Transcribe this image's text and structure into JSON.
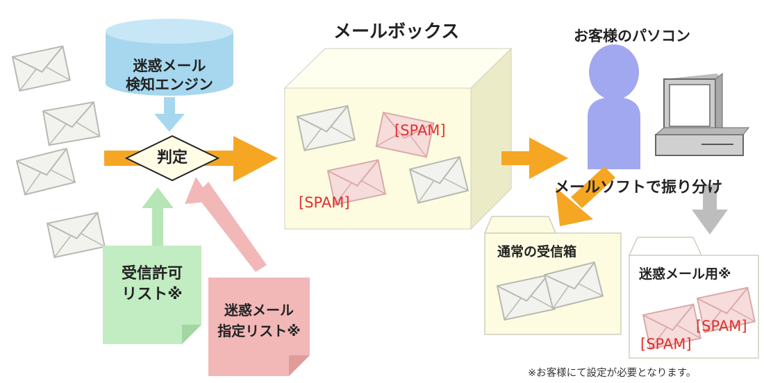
{
  "detection_engine": {
    "line1": "迷惑メール",
    "line2": "検知エンジン"
  },
  "judgement": "判定",
  "mailbox": {
    "title": "メールボックス",
    "spam_tag_1": "[SPAM]",
    "spam_tag_2": "[SPAM]"
  },
  "customer_pc": {
    "title": "お客様のパソコン"
  },
  "sorting_caption": "メールソフトで振り分け",
  "normal_inbox": {
    "label": "通常の受信箱"
  },
  "spam_folder": {
    "label": "迷惑メール用※",
    "spam_tag_1": "[SPAM]",
    "spam_tag_2": "[SPAM]"
  },
  "allow_list": {
    "line1": "受信許可",
    "line2": "リスト※"
  },
  "block_list": {
    "line1": "迷惑メール",
    "line2": "指定リスト※"
  },
  "footnote": "※お客様にて設定が必要となります。",
  "colors": {
    "arrow_orange": "#f5a623",
    "arrow_green": "#b6e6b6",
    "arrow_pink": "#f2b7b7",
    "arrow_blue": "#a6d7ee",
    "arrow_gray": "#bdbdbd",
    "envelope_fill": "#f2f2ee",
    "spam_envelope_fill": "#f7dcdc",
    "box_fill": "#fefde6",
    "person_fill": "#a2a8ef",
    "spam_text": "#e0302c"
  },
  "icons": [
    "envelope-icon",
    "database-icon",
    "person-icon",
    "computer-icon",
    "folder-icon",
    "note-icon",
    "arrow-icon"
  ]
}
